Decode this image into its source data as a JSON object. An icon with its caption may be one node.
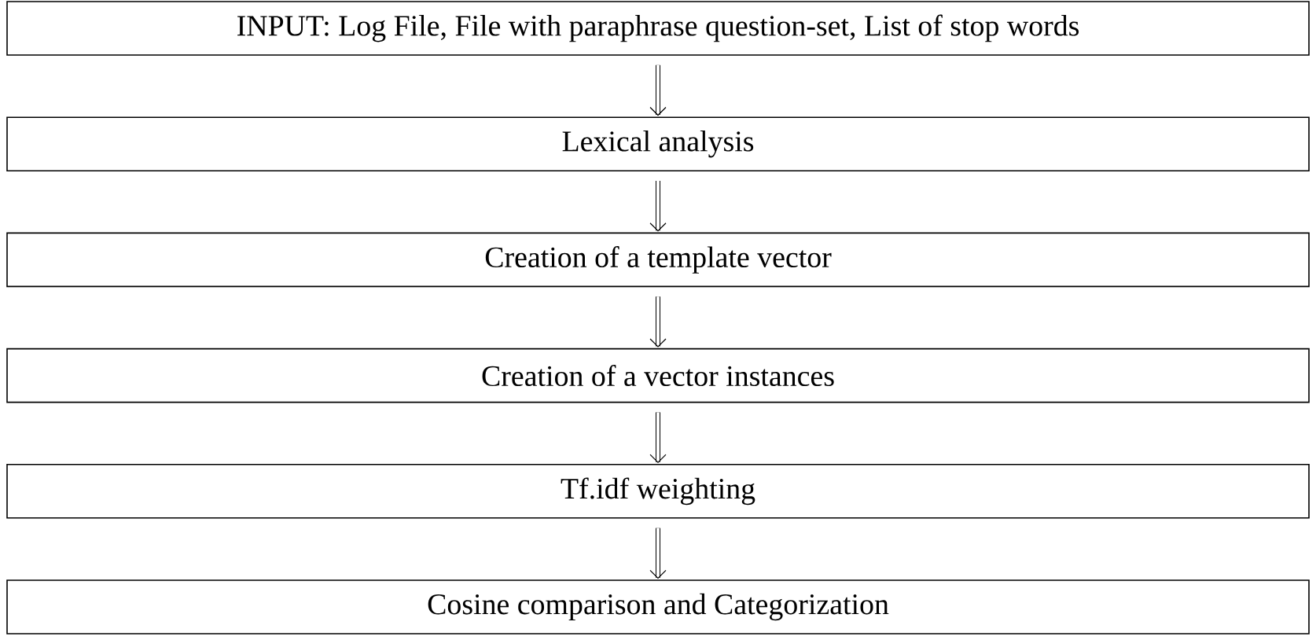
{
  "diagram": {
    "nodes": [
      {
        "text": [
          "INPUT: Log File, File with paraphrase question-set, List of stop words"
        ]
      },
      {
        "text": [
          "Lexical analysis"
        ]
      },
      {
        "text": [
          "Creation of a template vector"
        ]
      },
      {
        "text": [
          "Creation of a vector instances"
        ]
      },
      {
        "text": [
          "Tf.idf weighting"
        ]
      },
      {
        "text": [
          "Cosine comparison and Categorization"
        ]
      }
    ],
    "edges": [
      {
        "from": 0,
        "to": 1,
        "arrow": "to"
      },
      {
        "from": 1,
        "to": 2,
        "arrow": "to"
      },
      {
        "from": 2,
        "to": 3,
        "arrow": "to"
      },
      {
        "from": 3,
        "to": 4,
        "arrow": "to"
      },
      {
        "from": 4,
        "to": 5,
        "arrow": "to"
      }
    ]
  }
}
